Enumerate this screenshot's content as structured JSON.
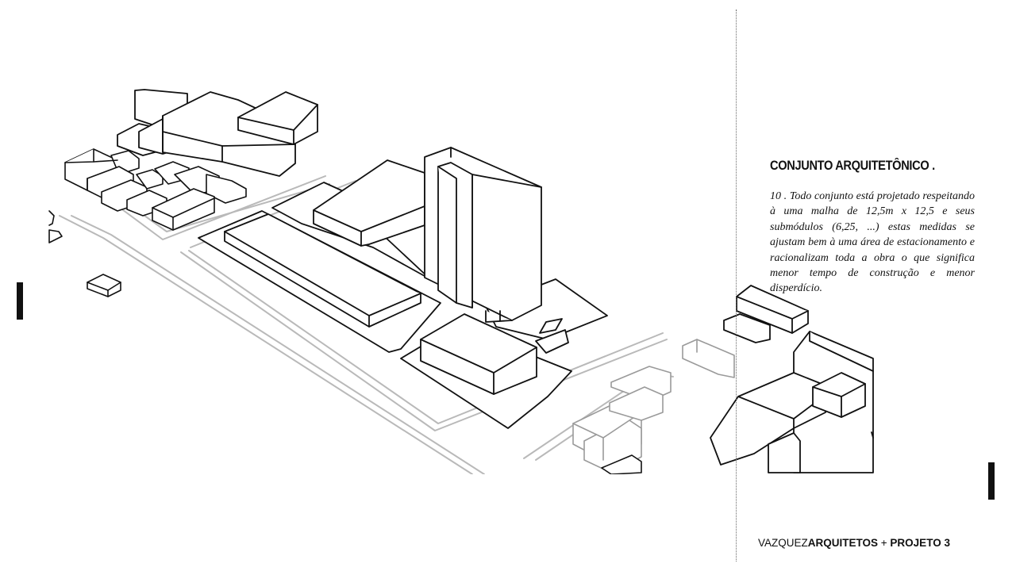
{
  "section": {
    "title": "CONJUNTO ARQUITETÔNICO .",
    "body": "10 . Todo conjunto está projetado respeitando à uma malha de 12,5m x 12,5 e seus submódulos (6,25, ...) estas medidas se ajustam bem à uma área de estacionamento e racionalizam toda a obra o que significa menor tempo de construção e menor disperdício."
  },
  "footer": {
    "brand_light": "VAZQUEZ",
    "brand_bold": "ARQUITETOS",
    "separator": " + ",
    "project": "PROJETO 3"
  }
}
